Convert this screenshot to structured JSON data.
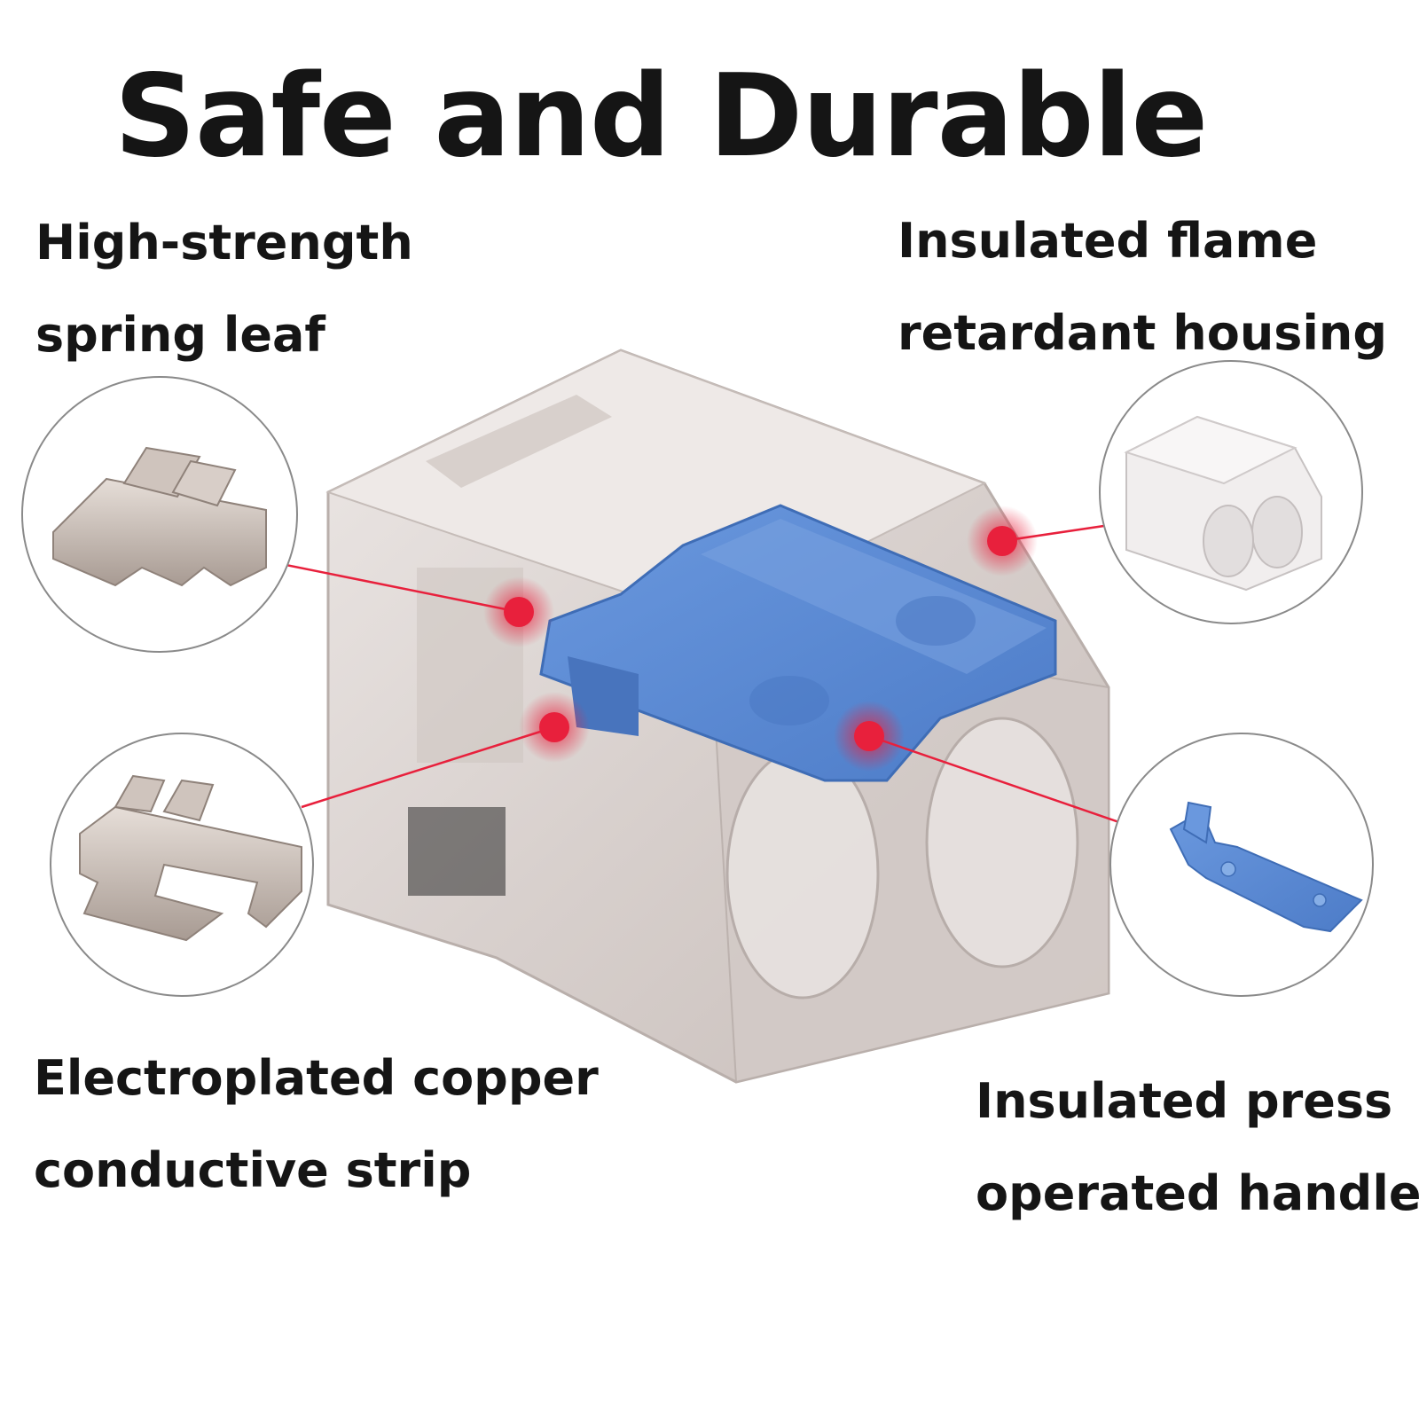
{
  "title": "Safe and Durable",
  "callouts": {
    "spring_leaf": {
      "line1": "High-strength",
      "line2": "spring leaf",
      "icon": "spring-leaf-part"
    },
    "housing": {
      "line1": "Insulated flame",
      "line2": "retardant housing",
      "icon": "transparent-housing-part"
    },
    "conductive_strip": {
      "line1": "Electroplated copper",
      "line2": "conductive strip",
      "icon": "copper-strip-part"
    },
    "handle": {
      "line1": "Insulated press",
      "line2": "operated handle",
      "icon": "blue-lever-handle-part"
    }
  },
  "colors": {
    "marker": "#e8203c",
    "handle_blue": "#5b8bd6",
    "housing_clear": "#d9d2cf",
    "metal": "#b9aca4",
    "text": "#151515"
  }
}
